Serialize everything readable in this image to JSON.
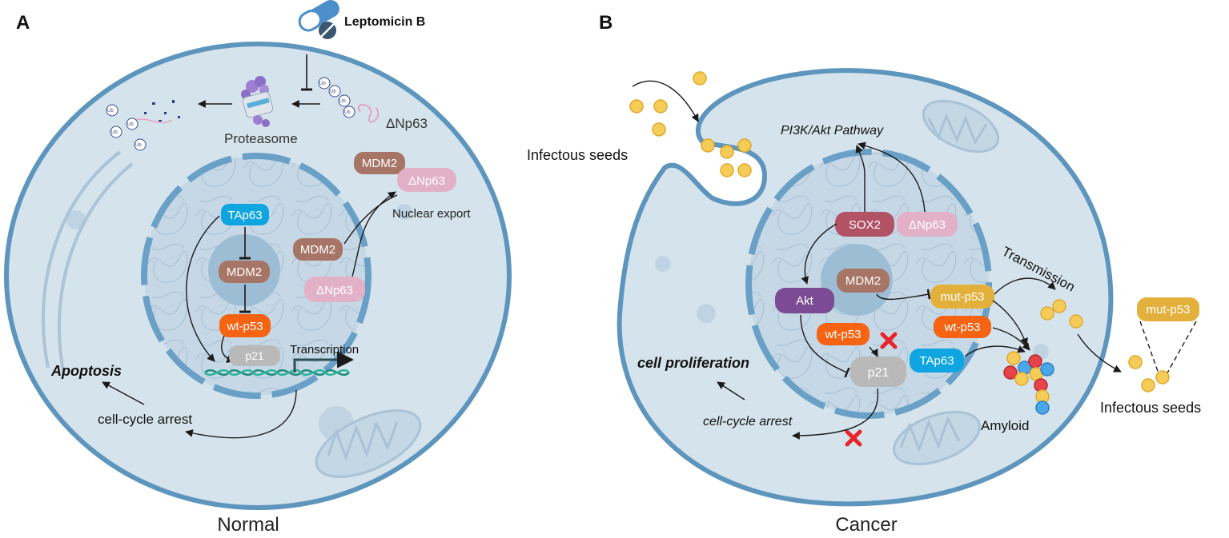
{
  "panels": {
    "a": {
      "letter": "A",
      "drug": "Leptomicin B",
      "ub": "Ub",
      "proteasome": "Proteasome",
      "dnp63_cyto": "ΔNp63",
      "mdm2_export": "MDM2",
      "dnp63_export": "ΔNp63",
      "nuclear_export": "Nuclear export",
      "tap63": "TAp63",
      "mdm2_center": "MDM2",
      "mdm2_nuc": "MDM2",
      "dnp63_nuc": "ΔNp63",
      "wtp53": "wt-p53",
      "p21": "p21",
      "transcription": "Transcription",
      "apoptosis": "Apoptosis",
      "arrest": "cell-cycle arrest",
      "caption": "Normal"
    },
    "b": {
      "letter": "B",
      "pathway": "PI3K/Akt Pathway",
      "infectous_seeds_in": "Infectous seeds",
      "sox2": "SOX2",
      "dnp63": "ΔNp63",
      "mdm2": "MDM2",
      "akt": "Akt",
      "mutp53": "mut-p53",
      "wtp53_left": "wt-p53",
      "wtp53_right": "wt-p53",
      "tap63": "TAp63",
      "p21": "p21",
      "proliferation": "cell proliferation",
      "arrest": "cell-cycle arrest",
      "transmission": "Transmission",
      "amyloid": "Amyloid",
      "mutp53_out": "mut-p53",
      "infectous_seeds_out": "Infectous seeds",
      "caption": "Cancer"
    }
  },
  "colors": {
    "cell_fill": "#d5e3ec",
    "cell_stroke": "#5d95bd",
    "nucleus_fill": "#c6d8e6",
    "tap63": "#0ea5e0",
    "mdm2": "#a67565",
    "dnp63": "#e2b1c7",
    "wtp53": "#f56313",
    "p21": "#b9b9b9",
    "sox2": "#b15265",
    "akt": "#7b4b96",
    "mutp53": "#e3b13b",
    "seed": "#f6cc58"
  }
}
